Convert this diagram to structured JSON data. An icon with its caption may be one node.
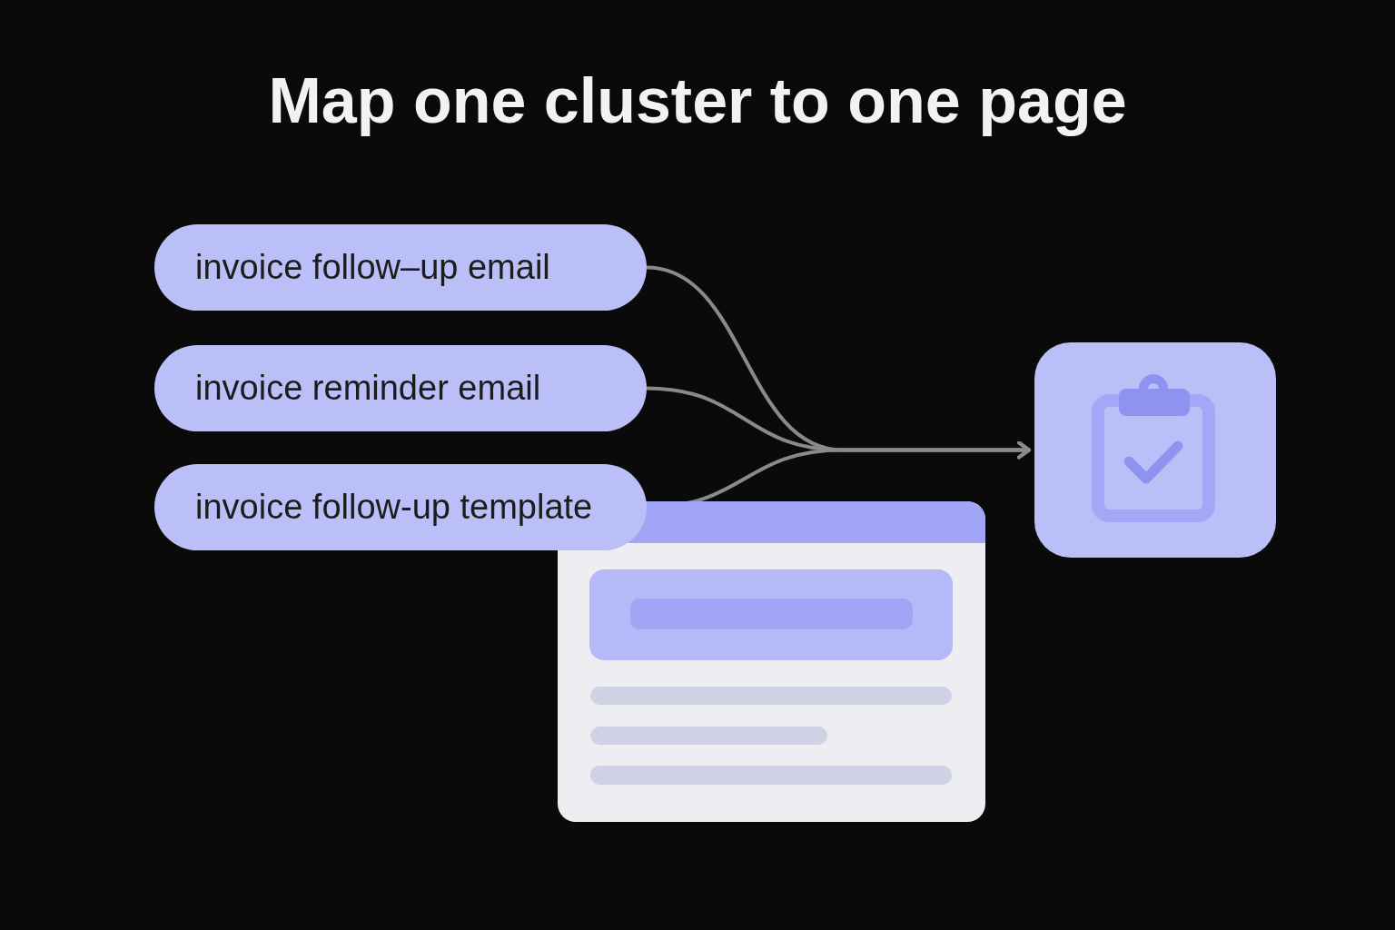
{
  "diagram": {
    "title": "Map one cluster to one page",
    "nodes": [
      {
        "text": [
          "invoice follow–up email"
        ]
      },
      {
        "text": [
          "invoice reminder email"
        ]
      },
      {
        "text": [
          "invoice follow-up template"
        ]
      },
      {
        "text": [],
        "shape": "picture"
      }
    ],
    "edges": [
      {
        "from": 0,
        "to": 3,
        "arrow": "to"
      },
      {
        "from": 1,
        "to": 3,
        "arrow": "to"
      },
      {
        "from": 2,
        "to": 3,
        "arrow": "to"
      }
    ]
  }
}
